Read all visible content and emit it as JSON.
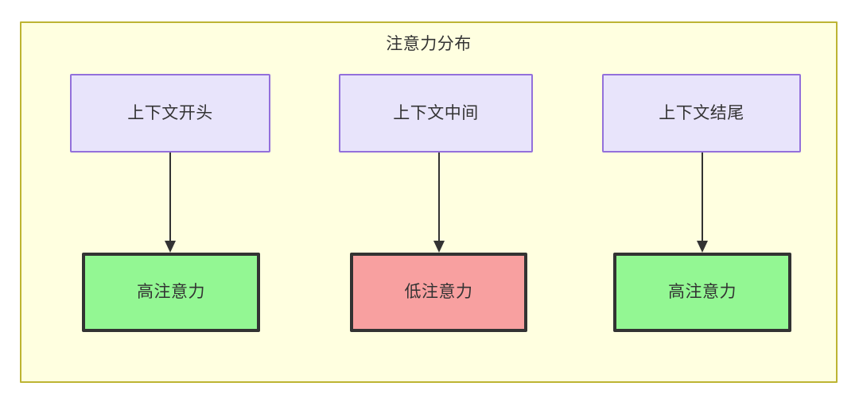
{
  "diagram": {
    "type": "flowchart",
    "title": "注意力分布",
    "container": {
      "label": "注意力分布",
      "background_color": "#ffffe0",
      "border_color": "#bdb433"
    },
    "nodes": [
      {
        "id": "ctx-start",
        "label": "上下文开头",
        "row": "context",
        "fill_color": "#e8e4fb",
        "border_color": "#9370db"
      },
      {
        "id": "ctx-middle",
        "label": "上下文中间",
        "row": "context",
        "fill_color": "#e8e4fb",
        "border_color": "#9370db"
      },
      {
        "id": "ctx-end",
        "label": "上下文结尾",
        "row": "context",
        "fill_color": "#e8e4fb",
        "border_color": "#9370db"
      },
      {
        "id": "att-high-start",
        "label": "高注意力",
        "row": "attention",
        "fill_color": "#93f793",
        "border_color": "#333333"
      },
      {
        "id": "att-low-middle",
        "label": "低注意力",
        "row": "attention",
        "fill_color": "#f8a0a0",
        "border_color": "#333333"
      },
      {
        "id": "att-high-end",
        "label": "高注意力",
        "row": "attention",
        "fill_color": "#93f793",
        "border_color": "#333333"
      }
    ],
    "edges": [
      {
        "id": "edge-start-to-high",
        "from": "ctx-start",
        "to": "att-high-start",
        "label": "",
        "arrow": "filled-triangle"
      },
      {
        "id": "edge-middle-to-low",
        "from": "ctx-middle",
        "to": "att-low-middle",
        "label": "",
        "arrow": "filled-triangle"
      },
      {
        "id": "edge-end-to-high",
        "from": "ctx-end",
        "to": "att-high-end",
        "label": "",
        "arrow": "filled-triangle"
      }
    ],
    "text_color": "#333333"
  }
}
